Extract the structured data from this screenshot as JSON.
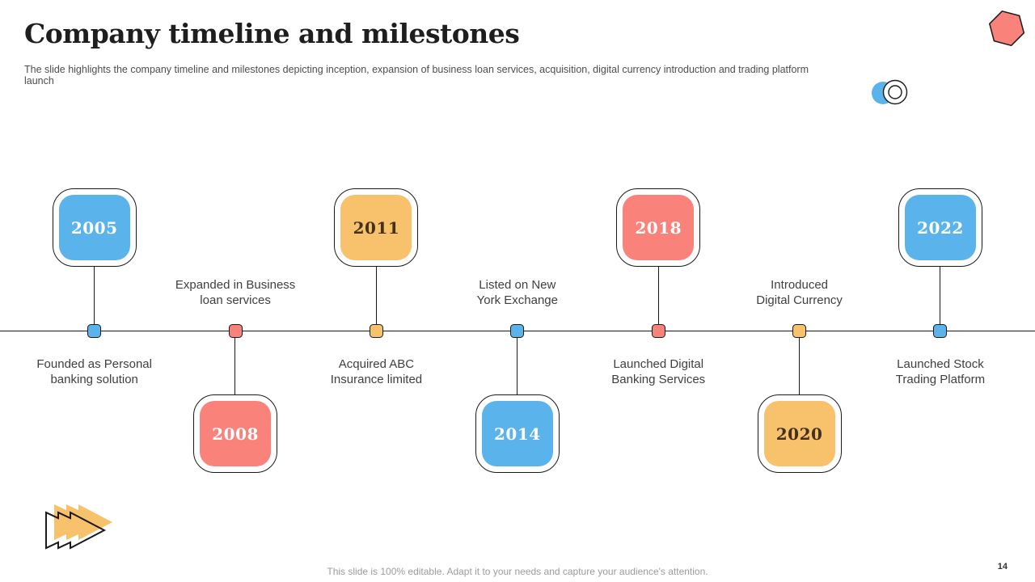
{
  "slide": {
    "title": "Company timeline and milestones",
    "subtitle": "The slide highlights the company timeline and milestones depicting inception, expansion of business loan services, acquisition, digital currency introduction and trading platform launch",
    "footer": "This slide is 100% editable. Adapt it to your needs and capture your audience's attention.",
    "page_number": "14"
  },
  "palette": {
    "blue": "#5BB3EC",
    "salmon": "#F9837B",
    "yellow": "#F8C16C",
    "outline": "#1a1a1a",
    "year_dark": "#43301d",
    "year_light": "#ffffff"
  },
  "timeline": {
    "milestones": [
      {
        "year": "2005",
        "color": "blue",
        "position": "above",
        "label": "Founded as Personal\nbanking solution"
      },
      {
        "year": "2008",
        "color": "salmon",
        "position": "below",
        "label": "Expanded in Business\nloan services"
      },
      {
        "year": "2011",
        "color": "yellow",
        "position": "above",
        "label": "Acquired ABC\nInsurance limited"
      },
      {
        "year": "2014",
        "color": "blue",
        "position": "below",
        "label": "Listed on New\nYork Exchange"
      },
      {
        "year": "2018",
        "color": "salmon",
        "position": "above",
        "label": "Launched Digital\nBanking Services"
      },
      {
        "year": "2020",
        "color": "yellow",
        "position": "below",
        "label": "Introduced\nDigital Currency"
      },
      {
        "year": "2022",
        "color": "blue",
        "position": "above",
        "label": "Launched Stock\nTrading Platform"
      }
    ]
  }
}
